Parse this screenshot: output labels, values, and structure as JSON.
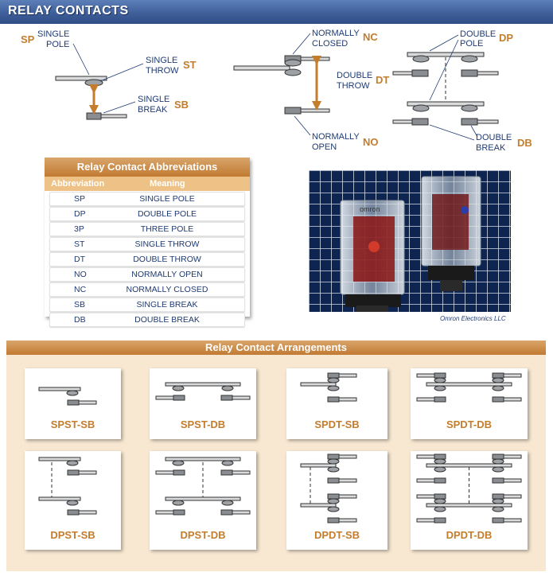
{
  "header": {
    "title": "RELAY CONTACTS"
  },
  "top_diagram": {
    "sp_abbr": "SP",
    "sp_line1": "SINGLE",
    "sp_line2": "POLE",
    "st_abbr": "ST",
    "st_line1": "SINGLE",
    "st_line2": "THROW",
    "sb_abbr": "SB",
    "sb_line1": "SINGLE",
    "sb_line2": "BREAK",
    "nc_abbr": "NC",
    "nc_line1": "NORMALLY",
    "nc_line2": "CLOSED",
    "dt_abbr": "DT",
    "dt_line1": "DOUBLE",
    "dt_line2": "THROW",
    "no_abbr": "NO",
    "no_line1": "NORMALLY",
    "no_line2": "OPEN",
    "dp_abbr": "DP",
    "dp_line1": "DOUBLE",
    "dp_line2": "POLE",
    "db_abbr": "DB",
    "db_line1": "DOUBLE",
    "db_line2": "BREAK"
  },
  "table": {
    "title": "Relay Contact Abbreviations",
    "col_abbreviation": "Abbreviation",
    "col_meaning": "Meaning",
    "rows": [
      {
        "abbr": "SP",
        "meaning": "SINGLE POLE"
      },
      {
        "abbr": "DP",
        "meaning": "DOUBLE POLE"
      },
      {
        "abbr": "3P",
        "meaning": "THREE POLE"
      },
      {
        "abbr": "ST",
        "meaning": "SINGLE THROW"
      },
      {
        "abbr": "DT",
        "meaning": "DOUBLE THROW"
      },
      {
        "abbr": "NO",
        "meaning": "NORMALLY OPEN"
      },
      {
        "abbr": "NC",
        "meaning": "NORMALLY CLOSED"
      },
      {
        "abbr": "SB",
        "meaning": "SINGLE BREAK"
      },
      {
        "abbr": "DB",
        "meaning": "DOUBLE BREAK"
      }
    ]
  },
  "photo": {
    "credit": "Omron Electronics LLC",
    "brand": "omron"
  },
  "arrangements": {
    "title": "Relay Contact Arrangements",
    "items": [
      "SPST-SB",
      "SPST-DB",
      "SPDT-SB",
      "SPDT-DB",
      "DPST-SB",
      "DPST-DB",
      "DPDT-SB",
      "DPDT-DB"
    ]
  },
  "colors": {
    "header_blue": "#3f5f9a",
    "accent_orange": "#c37d2d",
    "label_blue": "#1f3b73",
    "band_cream": "#f8e8d2"
  }
}
